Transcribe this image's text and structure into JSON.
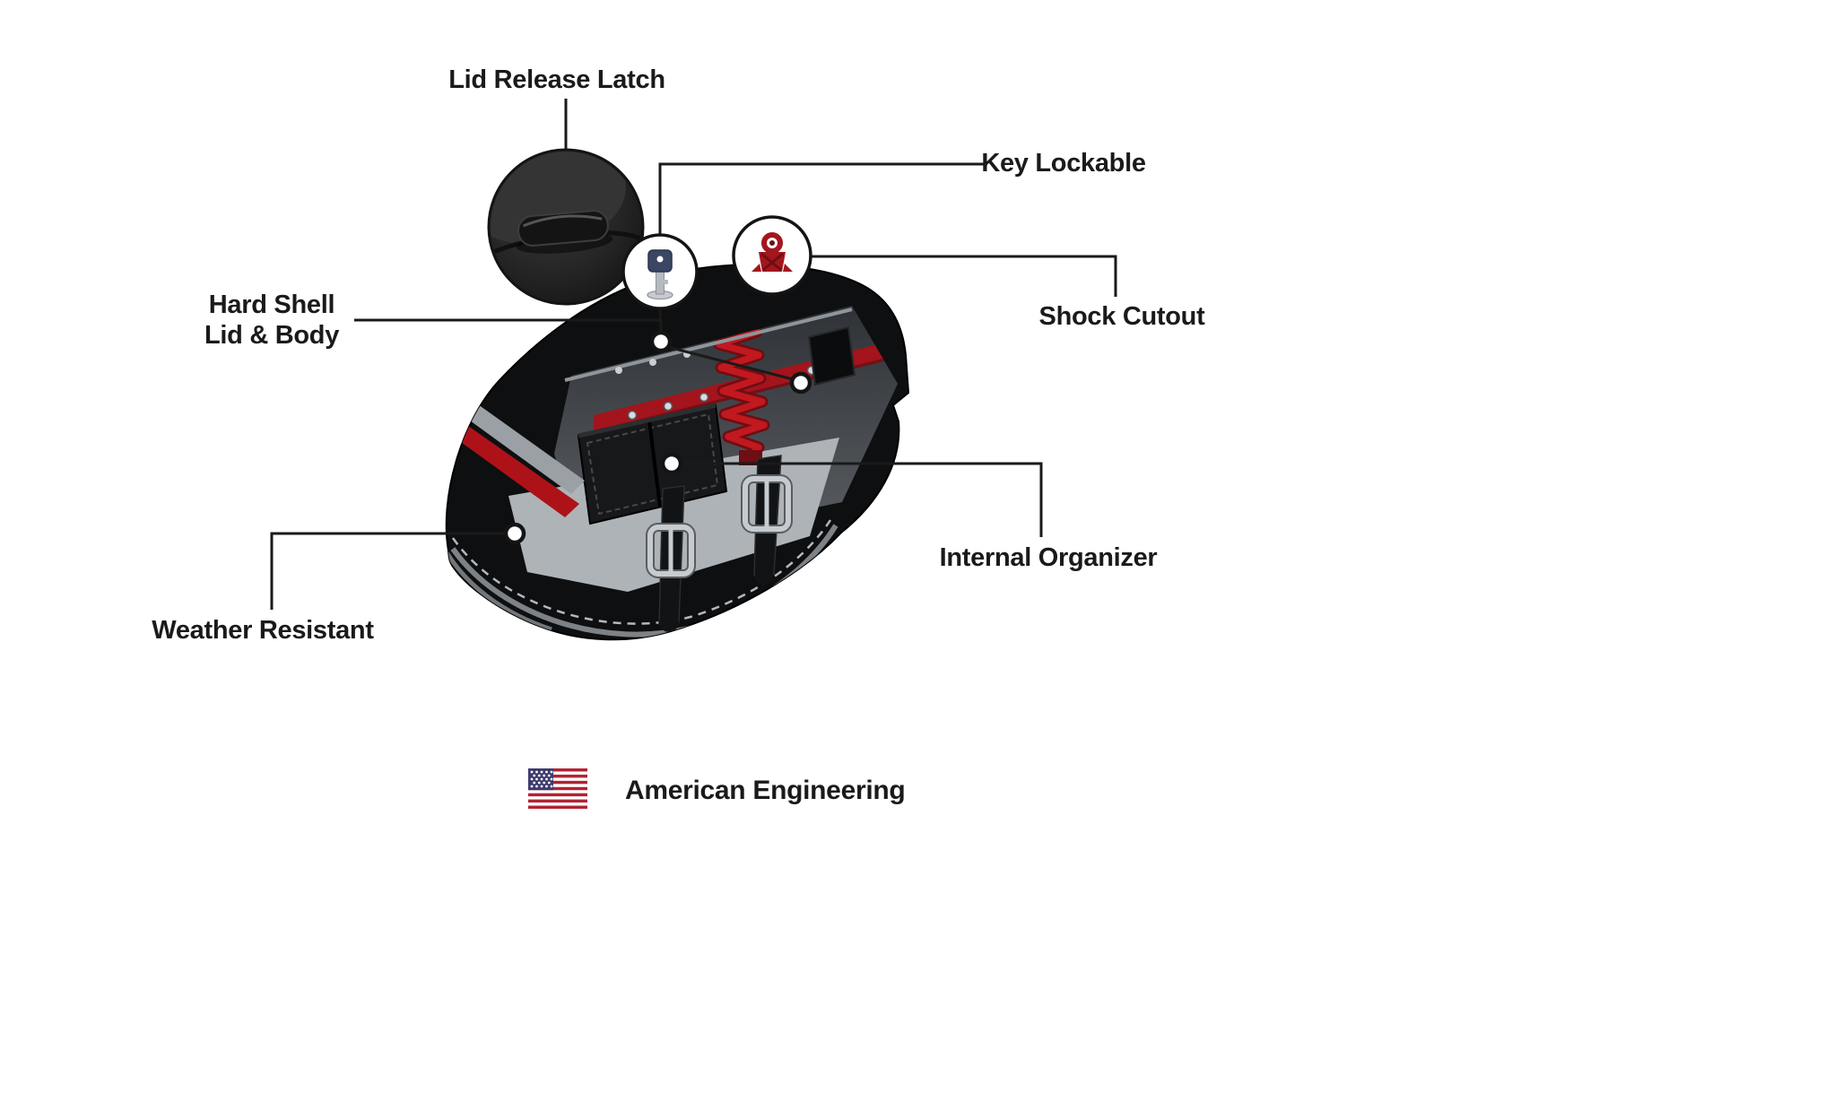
{
  "diagram": {
    "callouts": {
      "lid_release_latch": {
        "label": "Lid Release Latch"
      },
      "key_lockable": {
        "label": "Key Lockable"
      },
      "shock_cutout": {
        "label": "Shock Cutout"
      },
      "hard_shell": {
        "line1": "Hard Shell",
        "line2": "Lid & Body"
      },
      "internal_organizer": {
        "label": "Internal Organizer"
      },
      "weather_resistant": {
        "label": "Weather Resistant"
      }
    },
    "footer": {
      "label": "American Engineering"
    },
    "colors": {
      "background": "#FFFFFF",
      "text": "#1A1A1A",
      "leader_line": "#1A1A1A",
      "bag_black": "#0E0F10",
      "accent_red": "#A3141C",
      "spring_red": "#C2181F",
      "trim_gray": "#9AA0A6",
      "panel_light": "#AEB3B8",
      "buckle_silver": "#C6CBD0",
      "flag_red": "#B22234",
      "flag_white": "#FFFFFF",
      "flag_blue": "#3C3B6E"
    },
    "icons": {
      "latch_detail": "lid-latch-detail-inset",
      "key": "key-icon",
      "shock_mount": "shock-mount-icon",
      "flag": "us-flag-icon"
    }
  }
}
